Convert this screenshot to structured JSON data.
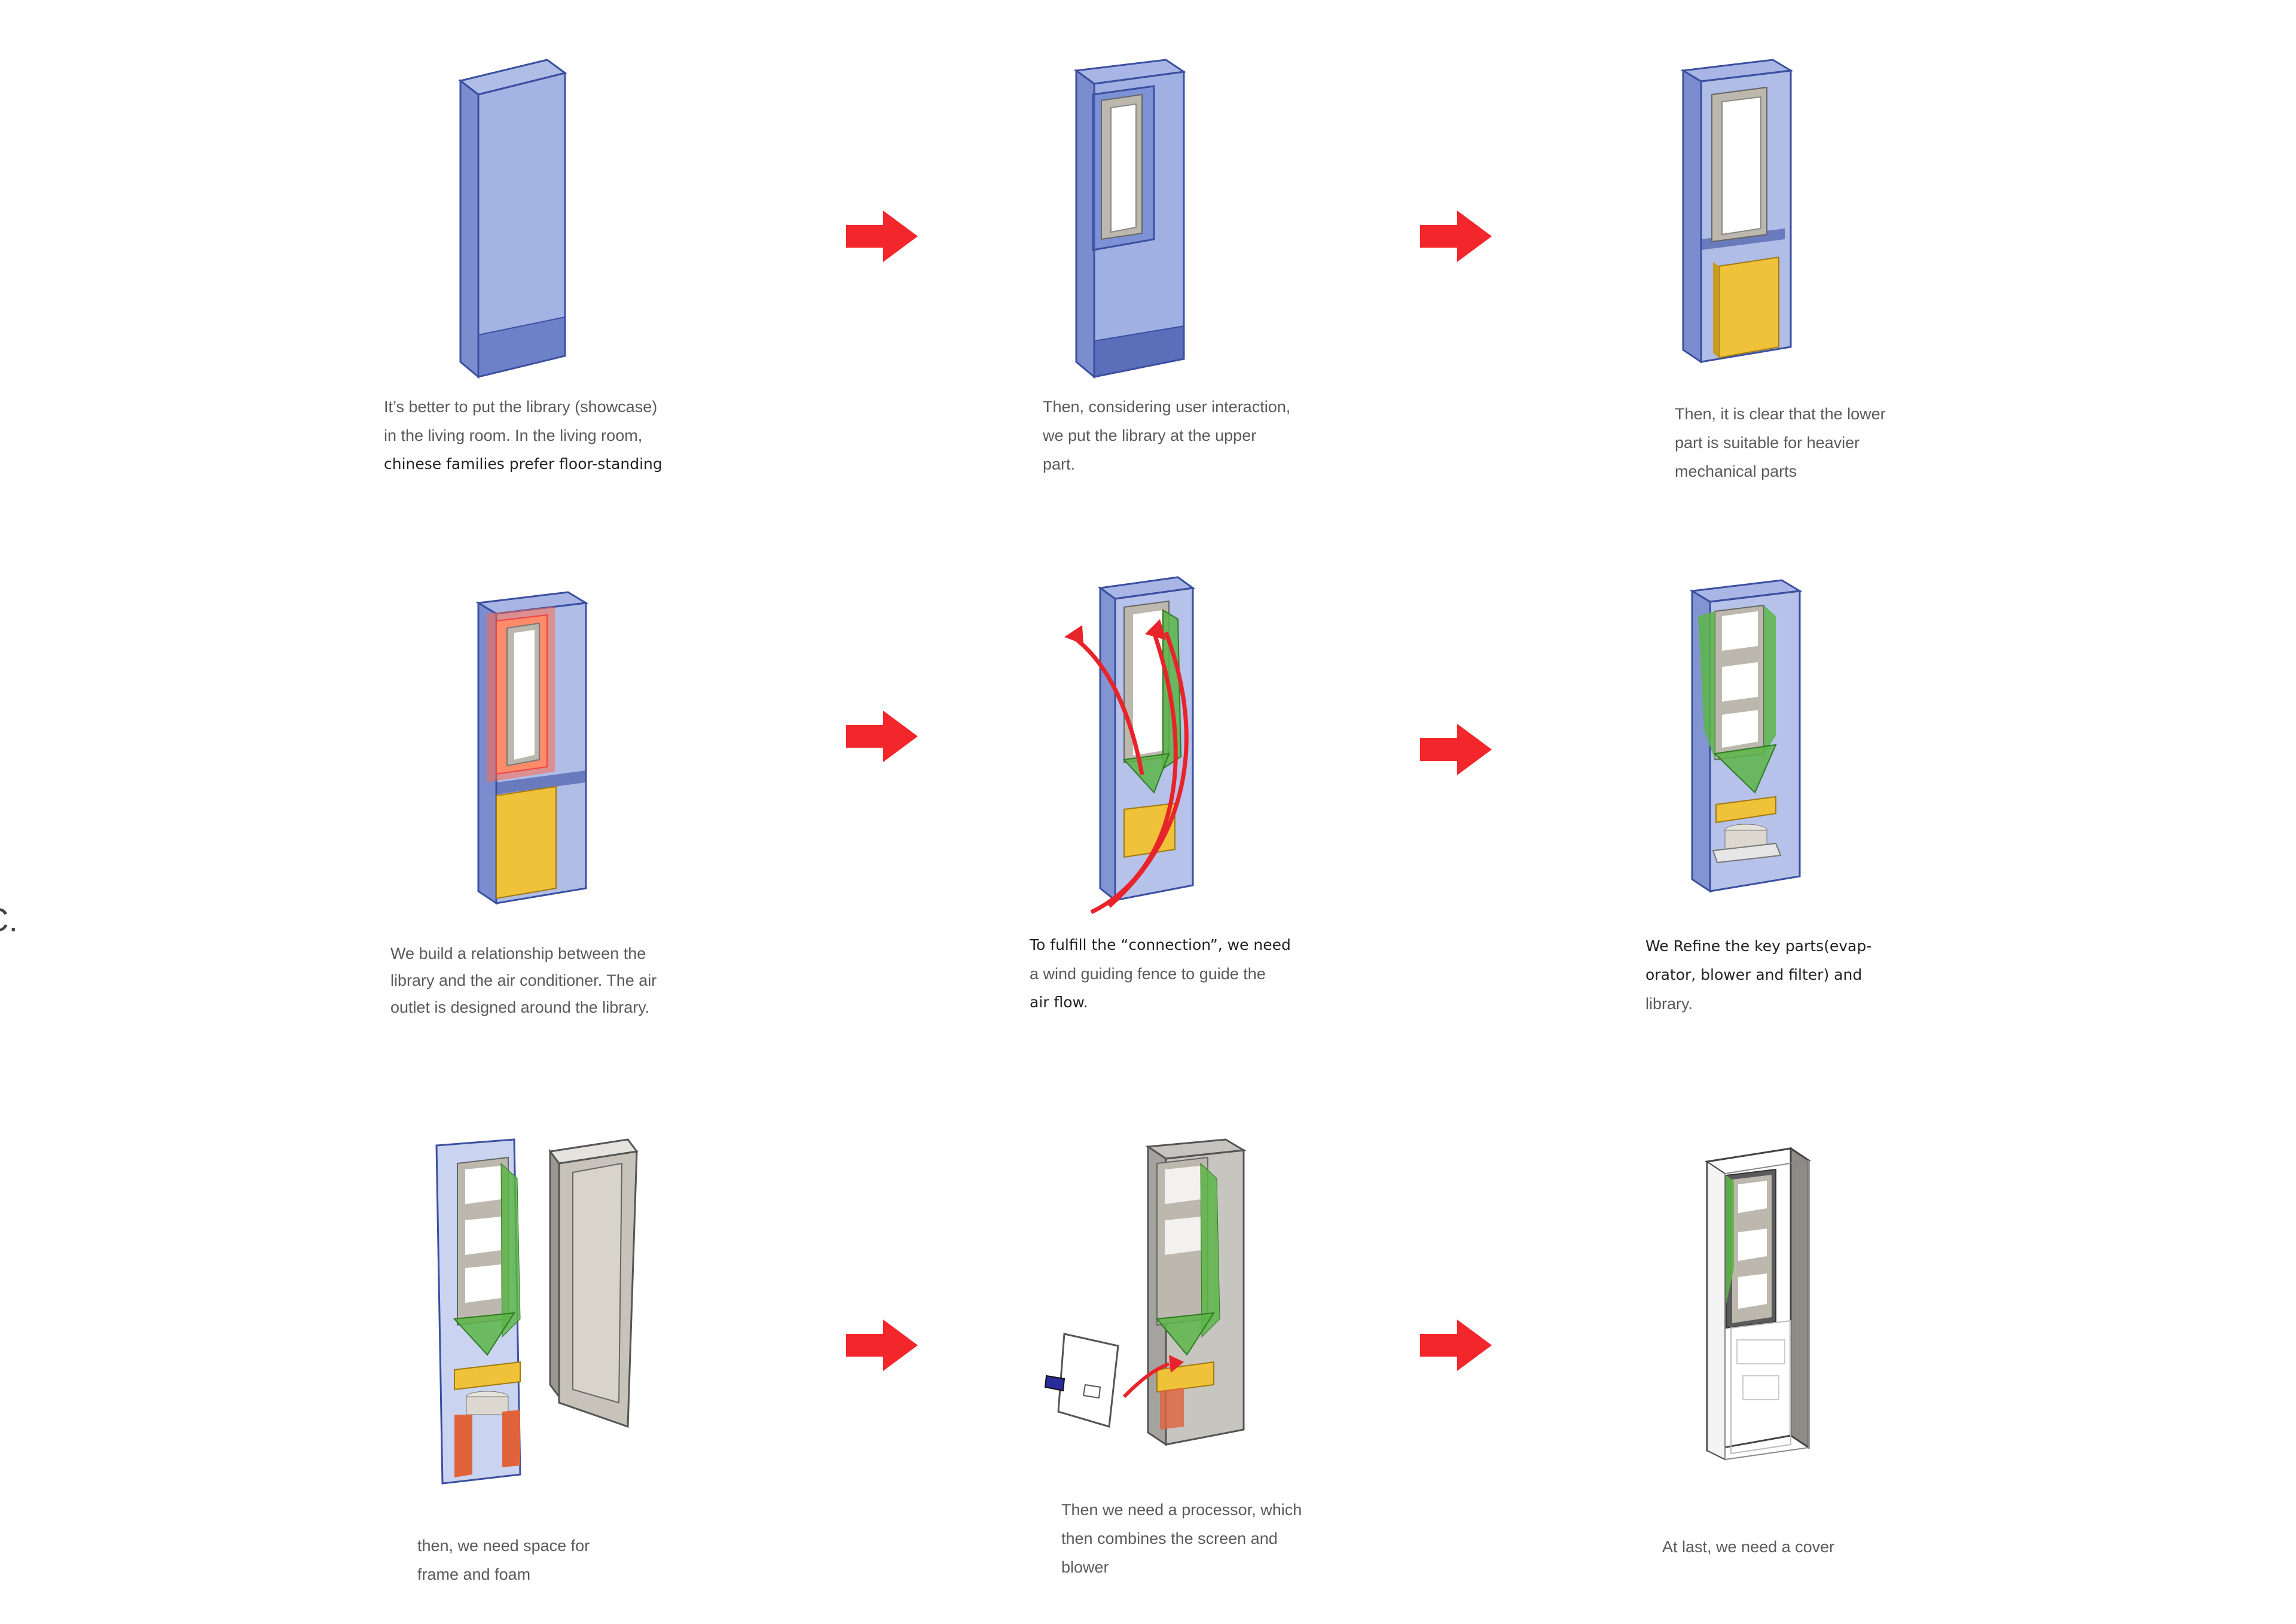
{
  "side_label": "C.",
  "colors": {
    "glass_blue": "#5a74c9",
    "shelf_grey": "#bdb8ae",
    "mechanical_yellow": "#f0c23a",
    "fence_green": "#5cb548",
    "arrow_red": "#f2262b",
    "outlet_red": "#ff6a4a",
    "frame_orange": "#e0633c"
  },
  "steps": [
    {
      "id": 1,
      "lines": [
        "It’s better to put the library (showcase)",
        "in the living room. In the living room,",
        "chinese families prefer floor-standing"
      ],
      "dark_lines": [
        2
      ]
    },
    {
      "id": 2,
      "lines": [
        "Then, considering user interaction,",
        "we put the library at the upper",
        "part."
      ],
      "dark_lines": []
    },
    {
      "id": 3,
      "lines": [
        "Then, it is clear that the lower",
        "part is suitable for heavier",
        "mechanical parts"
      ],
      "dark_lines": []
    },
    {
      "id": 4,
      "lines": [
        "We build a relationship between the",
        "library and the air conditioner. The air",
        "outlet is designed around the library."
      ],
      "dark_lines": []
    },
    {
      "id": 5,
      "lines": [
        "To fulfill the “connection”, we need",
        "a wind guiding fence to guide the",
        "air flow."
      ],
      "dark_lines": [
        0,
        2
      ]
    },
    {
      "id": 6,
      "lines": [
        "We Refine the key parts(evap-",
        "orator, blower and filter) and",
        "library."
      ],
      "dark_lines": [
        0,
        1
      ]
    },
    {
      "id": 7,
      "lines": [
        "then, we need space for",
        "frame and foam"
      ],
      "dark_lines": []
    },
    {
      "id": 8,
      "lines": [
        "Then we need a processor, which",
        "then combines the screen and",
        "blower"
      ],
      "dark_lines": []
    },
    {
      "id": 9,
      "lines": [
        "At last, we need a cover"
      ],
      "dark_lines": []
    }
  ],
  "arrows": [
    {
      "from": 1,
      "to": 2
    },
    {
      "from": 2,
      "to": 3
    },
    {
      "from": 4,
      "to": 5
    },
    {
      "from": 5,
      "to": 6
    },
    {
      "from": 7,
      "to": 8
    },
    {
      "from": 8,
      "to": 9
    }
  ]
}
